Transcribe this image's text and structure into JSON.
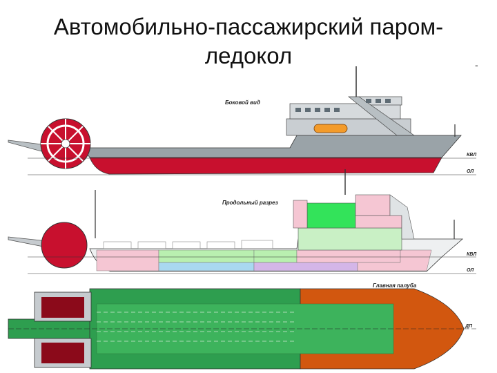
{
  "title": {
    "line1": "Автомобильно-пассажирский паром-",
    "line2": "ледокол"
  },
  "corner_mark": "-",
  "views": {
    "side": {
      "label": "Боковой вид",
      "waterline_label": "КВЛ",
      "baseline_label": "ОЛ"
    },
    "section": {
      "label": "Продольный разрез",
      "waterline_label": "КВЛ",
      "baseline_label": "ОЛ"
    },
    "deck": {
      "label": "Главная палуба",
      "centerline_label": "ДП"
    }
  },
  "colors": {
    "hull_red": "#c8102e",
    "hull_grey": "#9aa3a8",
    "deck_green": "#2e9e4f",
    "deck_orange": "#d2570f",
    "compartment_pink": "#f5c6d3",
    "compartment_green": "#b9f0b0",
    "compartment_blue": "#a9d8f0",
    "compartment_violet": "#d4b6e8",
    "bright_green": "#33e35a"
  }
}
